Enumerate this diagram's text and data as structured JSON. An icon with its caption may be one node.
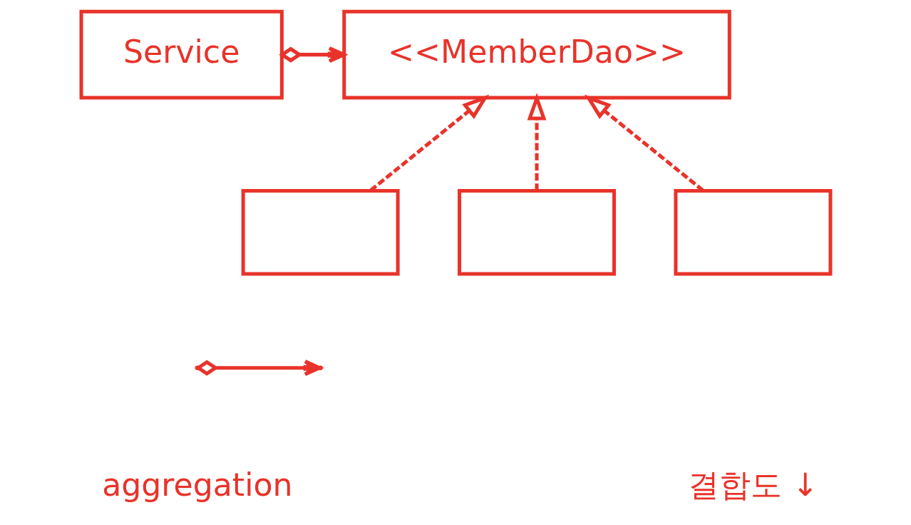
{
  "diagram": {
    "nodes": [
      {
        "text": [
          "Service"
        ]
      },
      {
        "text": [
          "<<MemberDao>>"
        ]
      },
      {
        "text": [],
        "shape": "box"
      },
      {
        "text": [],
        "shape": "box"
      },
      {
        "text": [],
        "shape": "box"
      }
    ],
    "edges": [
      {
        "from": 0,
        "to": 1,
        "arrow": "to"
      },
      {
        "from": 2,
        "to": 1,
        "arrow": "to",
        "style": "dashed"
      },
      {
        "from": 3,
        "to": 1,
        "arrow": "to",
        "style": "dashed"
      },
      {
        "from": 4,
        "to": 1,
        "arrow": "to",
        "style": "dashed"
      }
    ],
    "labels": [
      "결합도 ↓"
    ],
    "legend": [
      {
        "text": "aggregation"
      }
    ]
  }
}
